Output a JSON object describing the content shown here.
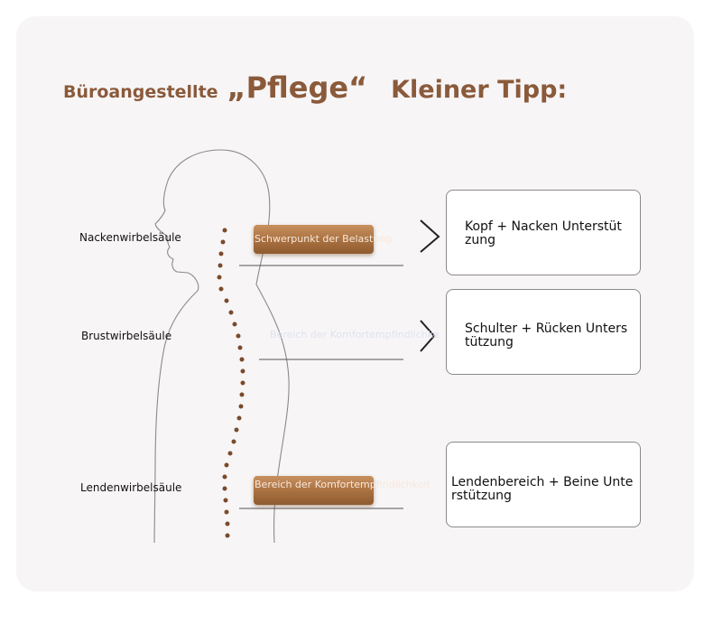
{
  "title": {
    "prefix": "Büroangestellte",
    "highlight": "„Pflege“",
    "suffix": "Kleiner Tipp:"
  },
  "spine_labels": [
    "Nackenwirbelsäule",
    "Brustwirbelsäule",
    "Lendenwirbelsäule"
  ],
  "bar_texts": [
    "Schwerpunkt der Belastung",
    "Bereich der Komfortempfindlichke",
    "Bereich der Komfortempfindlichkeit"
  ],
  "support_boxes": [
    "Kopf + Nacken Unterstüt\nzung",
    "Schulter + Rücken Unters\ntützung",
    "Lendenbereich + Beine Unte\nrstützung"
  ],
  "colors": {
    "title": "#8a5a3a",
    "spine_dots": "#7a4a2a",
    "bar": "#a8703f",
    "card_bg": "#f7f5f6"
  }
}
